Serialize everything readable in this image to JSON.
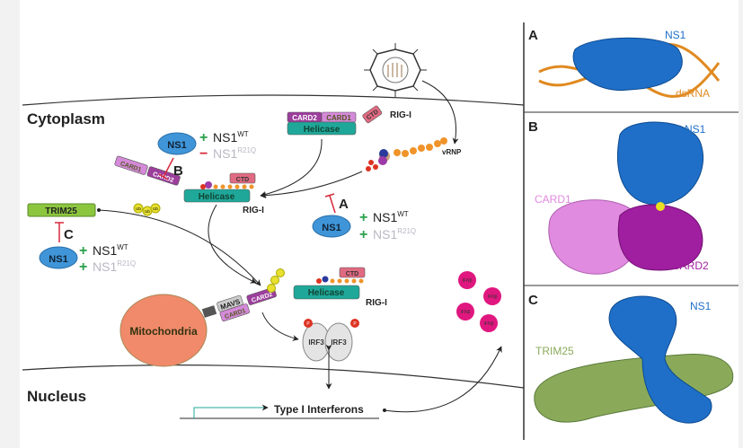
{
  "compartments": {
    "cytoplasm": "Cytoplasm",
    "nucleus": "Nucleus"
  },
  "proteins": {
    "ns1": "NS1",
    "ns1_wt": "NS1",
    "wt_sup": "WT",
    "ns1_mut": "NS1",
    "mut_sup": "R21Q",
    "card1": "CARD1",
    "card2": "CARD2",
    "ctd": "CTD",
    "helicase": "Helicase",
    "rigi": "RIG-I",
    "trim25": "TRIM25",
    "ub": "Ub",
    "vrnp": "vRNP",
    "mavs": "MAVS",
    "mitochondria": "Mitochondria",
    "irf3": "IRF3",
    "p": "P",
    "ifnb": "IFNβ",
    "type1": "Type I Interferons"
  },
  "signs": {
    "plus": "+",
    "minus": "−"
  },
  "labels": {
    "a": "A",
    "b": "B",
    "c": "C"
  },
  "panels": [
    {
      "letter": "A",
      "labels": [
        "NS1",
        "dsRNA"
      ]
    },
    {
      "letter": "B",
      "labels": [
        "NS1",
        "CARD1",
        "CARD2"
      ]
    },
    {
      "letter": "C",
      "labels": [
        "NS1",
        "TRIM25"
      ]
    }
  ],
  "colors": {
    "ns1": "#3f95d8",
    "helicase": "#1fa89a",
    "card1": "#d48ad8",
    "card2": "#9c3e9c",
    "ctd": "#e06a82",
    "trim25": "#8cc63f",
    "mito": "#f08a6a",
    "ifn": "#e0177f",
    "plus": "#2aa04a",
    "minus": "#d8283a",
    "mut_text": "#b8b8c4"
  }
}
